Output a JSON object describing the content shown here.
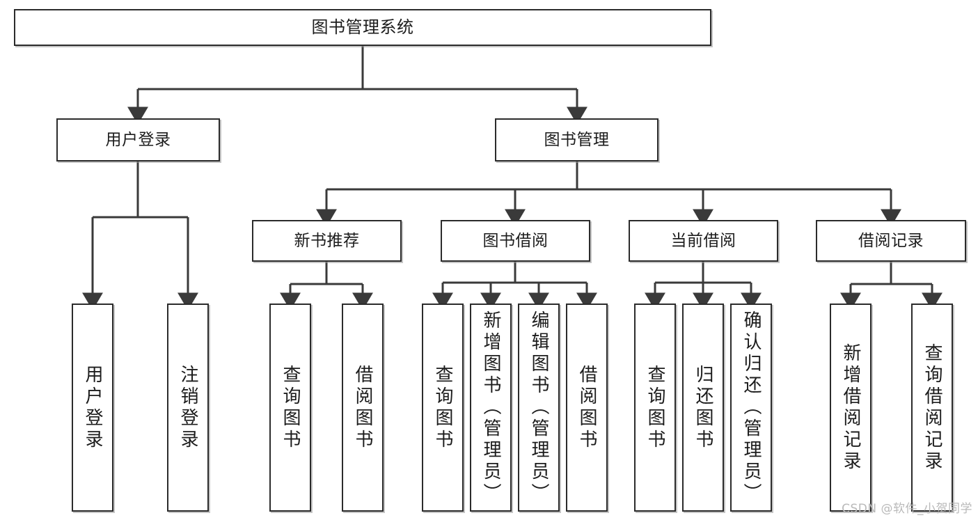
{
  "diagram": {
    "title": "图书管理系统",
    "type": "tree",
    "watermark": "CSDN @软件_小贺同学",
    "colors": {
      "border": "#2b2b2b",
      "text": "#1c1c1c",
      "background": "#ffffff",
      "connector": "#3a3a3a",
      "watermark": "#b9b9b9"
    },
    "levels": {
      "root": [
        "图书管理系统"
      ],
      "level2": [
        "用户登录",
        "图书管理"
      ],
      "level3": [
        "新书推荐",
        "图书借阅",
        "当前借阅",
        "借阅记录"
      ],
      "leaves": [
        "用户登录",
        "注销登录",
        "查询图书",
        "借阅图书",
        "查询图书",
        "新增图书（管理员）",
        "编辑图书（管理员）",
        "借阅图书",
        "查询图书",
        "归还图书",
        "确认归还（管理员）",
        "新增借阅记录",
        "查询借阅记录"
      ]
    },
    "nodes": {
      "root": {
        "label": "图书管理系统"
      },
      "user_login": {
        "label": "用户登录"
      },
      "book_manage": {
        "label": "图书管理"
      },
      "new_book_rec": {
        "label": "新书推荐"
      },
      "book_borrow": {
        "label": "图书借阅"
      },
      "current_borrow": {
        "label": "当前借阅"
      },
      "borrow_record": {
        "label": "借阅记录"
      },
      "leaf_user_login": {
        "label": "用户登录"
      },
      "leaf_logout": {
        "label": "注销登录"
      },
      "leaf_query_book_1": {
        "label": "查询图书"
      },
      "leaf_borrow_book_1": {
        "label": "借阅图书"
      },
      "leaf_query_book_2": {
        "label": "查询图书"
      },
      "leaf_add_book_admin": {
        "label": "新增图书（管理员）"
      },
      "leaf_edit_book_admin": {
        "label": "编辑图书（管理员）"
      },
      "leaf_borrow_book_2": {
        "label": "借阅图书"
      },
      "leaf_query_book_3": {
        "label": "查询图书"
      },
      "leaf_return_book": {
        "label": "归还图书"
      },
      "leaf_confirm_return_admin": {
        "label": "确认归还（管理员）"
      },
      "leaf_add_record": {
        "label": "新增借阅记录"
      },
      "leaf_query_record": {
        "label": "查询借阅记录"
      }
    }
  }
}
